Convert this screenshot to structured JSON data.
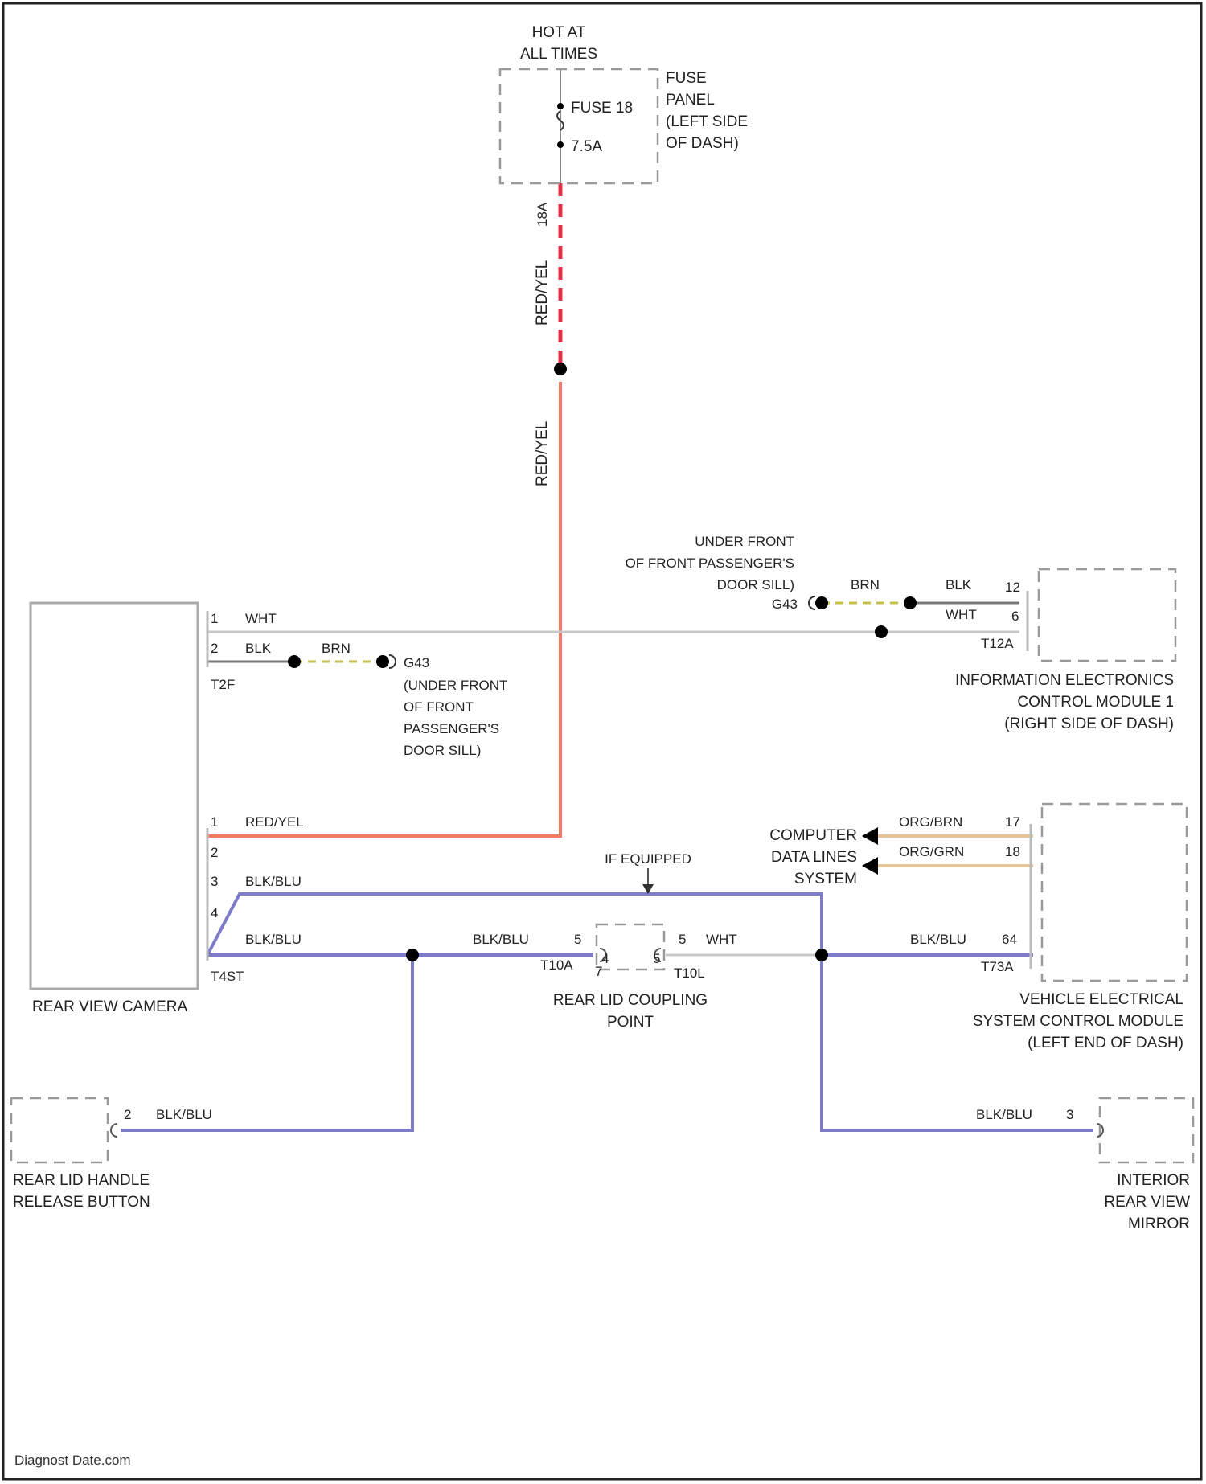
{
  "colors": {
    "red_yel": "#f07a64",
    "red_dash": "#e8304a",
    "blk_blu": "#7c7cc8",
    "wht": "#c8c8c8",
    "blk": "#777777",
    "brn_dash": "#c8bf4a",
    "org_brn": "#e6c49a",
    "box": "#999999"
  },
  "fuse": {
    "hot": [
      "HOT AT",
      "ALL TIMES"
    ],
    "name": "FUSE 18",
    "rating": "7.5A",
    "panel": [
      "FUSE",
      "PANEL",
      "(LEFT SIDE",
      "OF DASH)"
    ],
    "pin": "18A"
  },
  "wires": {
    "red_yel": "RED/YEL",
    "wht": "WHT",
    "blk": "BLK",
    "brn": "BRN",
    "blk_blu": "BLK/BLU",
    "org_brn": "ORG/BRN",
    "org_grn": "ORG/GRN"
  },
  "ground_upper": {
    "id": "G43",
    "location": [
      "UNDER FRONT",
      "OF FRONT PASSENGER'S",
      "DOOR SILL)"
    ]
  },
  "ground_lower": {
    "id": "G43",
    "location": [
      "(UNDER FRONT",
      "OF FRONT",
      "PASSENGER'S",
      "DOOR SILL)"
    ]
  },
  "camera": {
    "label": "REAR VIEW CAMERA",
    "conn_top": "T2F",
    "conn_bottom": "T4ST",
    "pins_top": [
      "1",
      "2"
    ],
    "pins_bottom": [
      "1",
      "2",
      "3",
      "4"
    ]
  },
  "info_module": {
    "label": [
      "INFORMATION ELECTRONICS",
      "CONTROL MODULE 1",
      "(RIGHT SIDE OF DASH)"
    ],
    "conn": "T12A",
    "pins": [
      "12",
      "6"
    ]
  },
  "vehicle_module": {
    "label": [
      "VEHICLE ELECTRICAL",
      "SYSTEM CONTROL MODULE",
      "(LEFT END OF DASH)"
    ],
    "conn": "T73A",
    "pins": [
      "17",
      "18",
      "64"
    ]
  },
  "data_lines": [
    "COMPUTER",
    "DATA LINES",
    "SYSTEM"
  ],
  "coupling": {
    "label": [
      "REAR LID COUPLING",
      "POINT"
    ],
    "left_conn": "T10A",
    "right_conn": "T10L",
    "left_pin": "5",
    "right_pin": "5",
    "inner_left": "4",
    "inner_right": "5",
    "under_left": "7"
  },
  "if_equipped": "IF EQUIPPED",
  "handle": {
    "label": [
      "REAR LID HANDLE",
      "RELEASE BUTTON"
    ],
    "pin": "2"
  },
  "mirror": {
    "label": [
      "INTERIOR",
      "REAR VIEW",
      "MIRROR"
    ],
    "pin": "3"
  },
  "footer": "Diagnost Date.com"
}
